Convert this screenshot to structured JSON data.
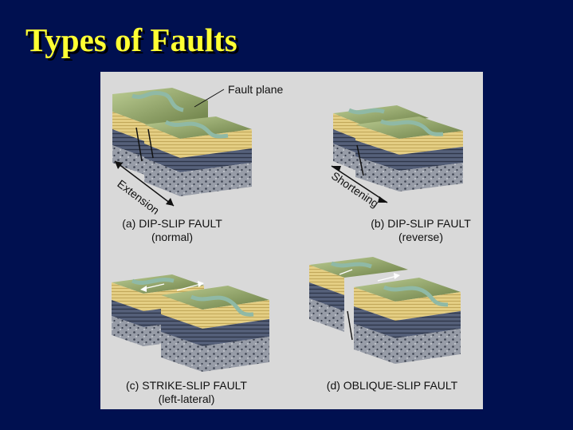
{
  "title": "Types of Faults",
  "figure": {
    "fault_plane_label": "Fault plane",
    "extension_label": "Extension",
    "shortening_label": "Shortening",
    "panels": [
      {
        "id": "a",
        "line1": "(a) DIP-SLIP FAULT",
        "line2": "(normal)"
      },
      {
        "id": "b",
        "line1": "(b) DIP-SLIP FAULT",
        "line2": "(reverse)"
      },
      {
        "id": "c",
        "line1": "(c) STRIKE-SLIP FAULT",
        "line2": "(left-lateral)"
      },
      {
        "id": "d",
        "line1": "(d) OBLIQUE-SLIP FAULT",
        "line2": ""
      }
    ],
    "colors": {
      "background": "#d9d9d9",
      "ground_top": "#8a9d62",
      "sandstone": "#e4ce83",
      "shale": "#4b5568",
      "conglomerate": "#8a909b",
      "river": "#8fb9a6",
      "slide_bg": "#001050",
      "title": "#ffff33"
    }
  }
}
